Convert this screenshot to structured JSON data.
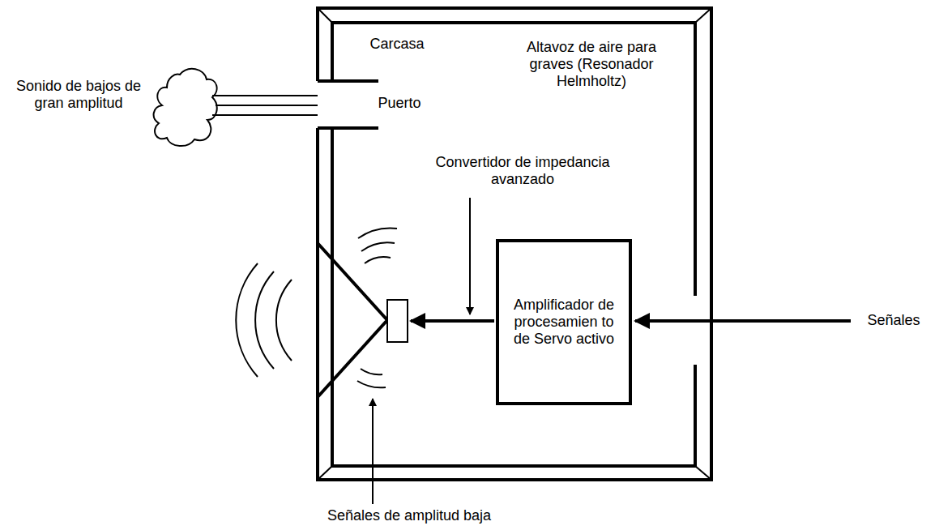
{
  "diagram": {
    "nodes": [
      {
        "text": [
          "Amplificador de procesamien to de Servo activo"
        ]
      }
    ],
    "labels": [
      "Carcasa",
      "Altavoz de aire para graves (Resonador Helmholtz)",
      "Puerto",
      "Sonido de bajos de gran amplitud",
      "Convertidor de impedancia avanzado",
      "Señales",
      "Señales de amplitud baja"
    ]
  }
}
